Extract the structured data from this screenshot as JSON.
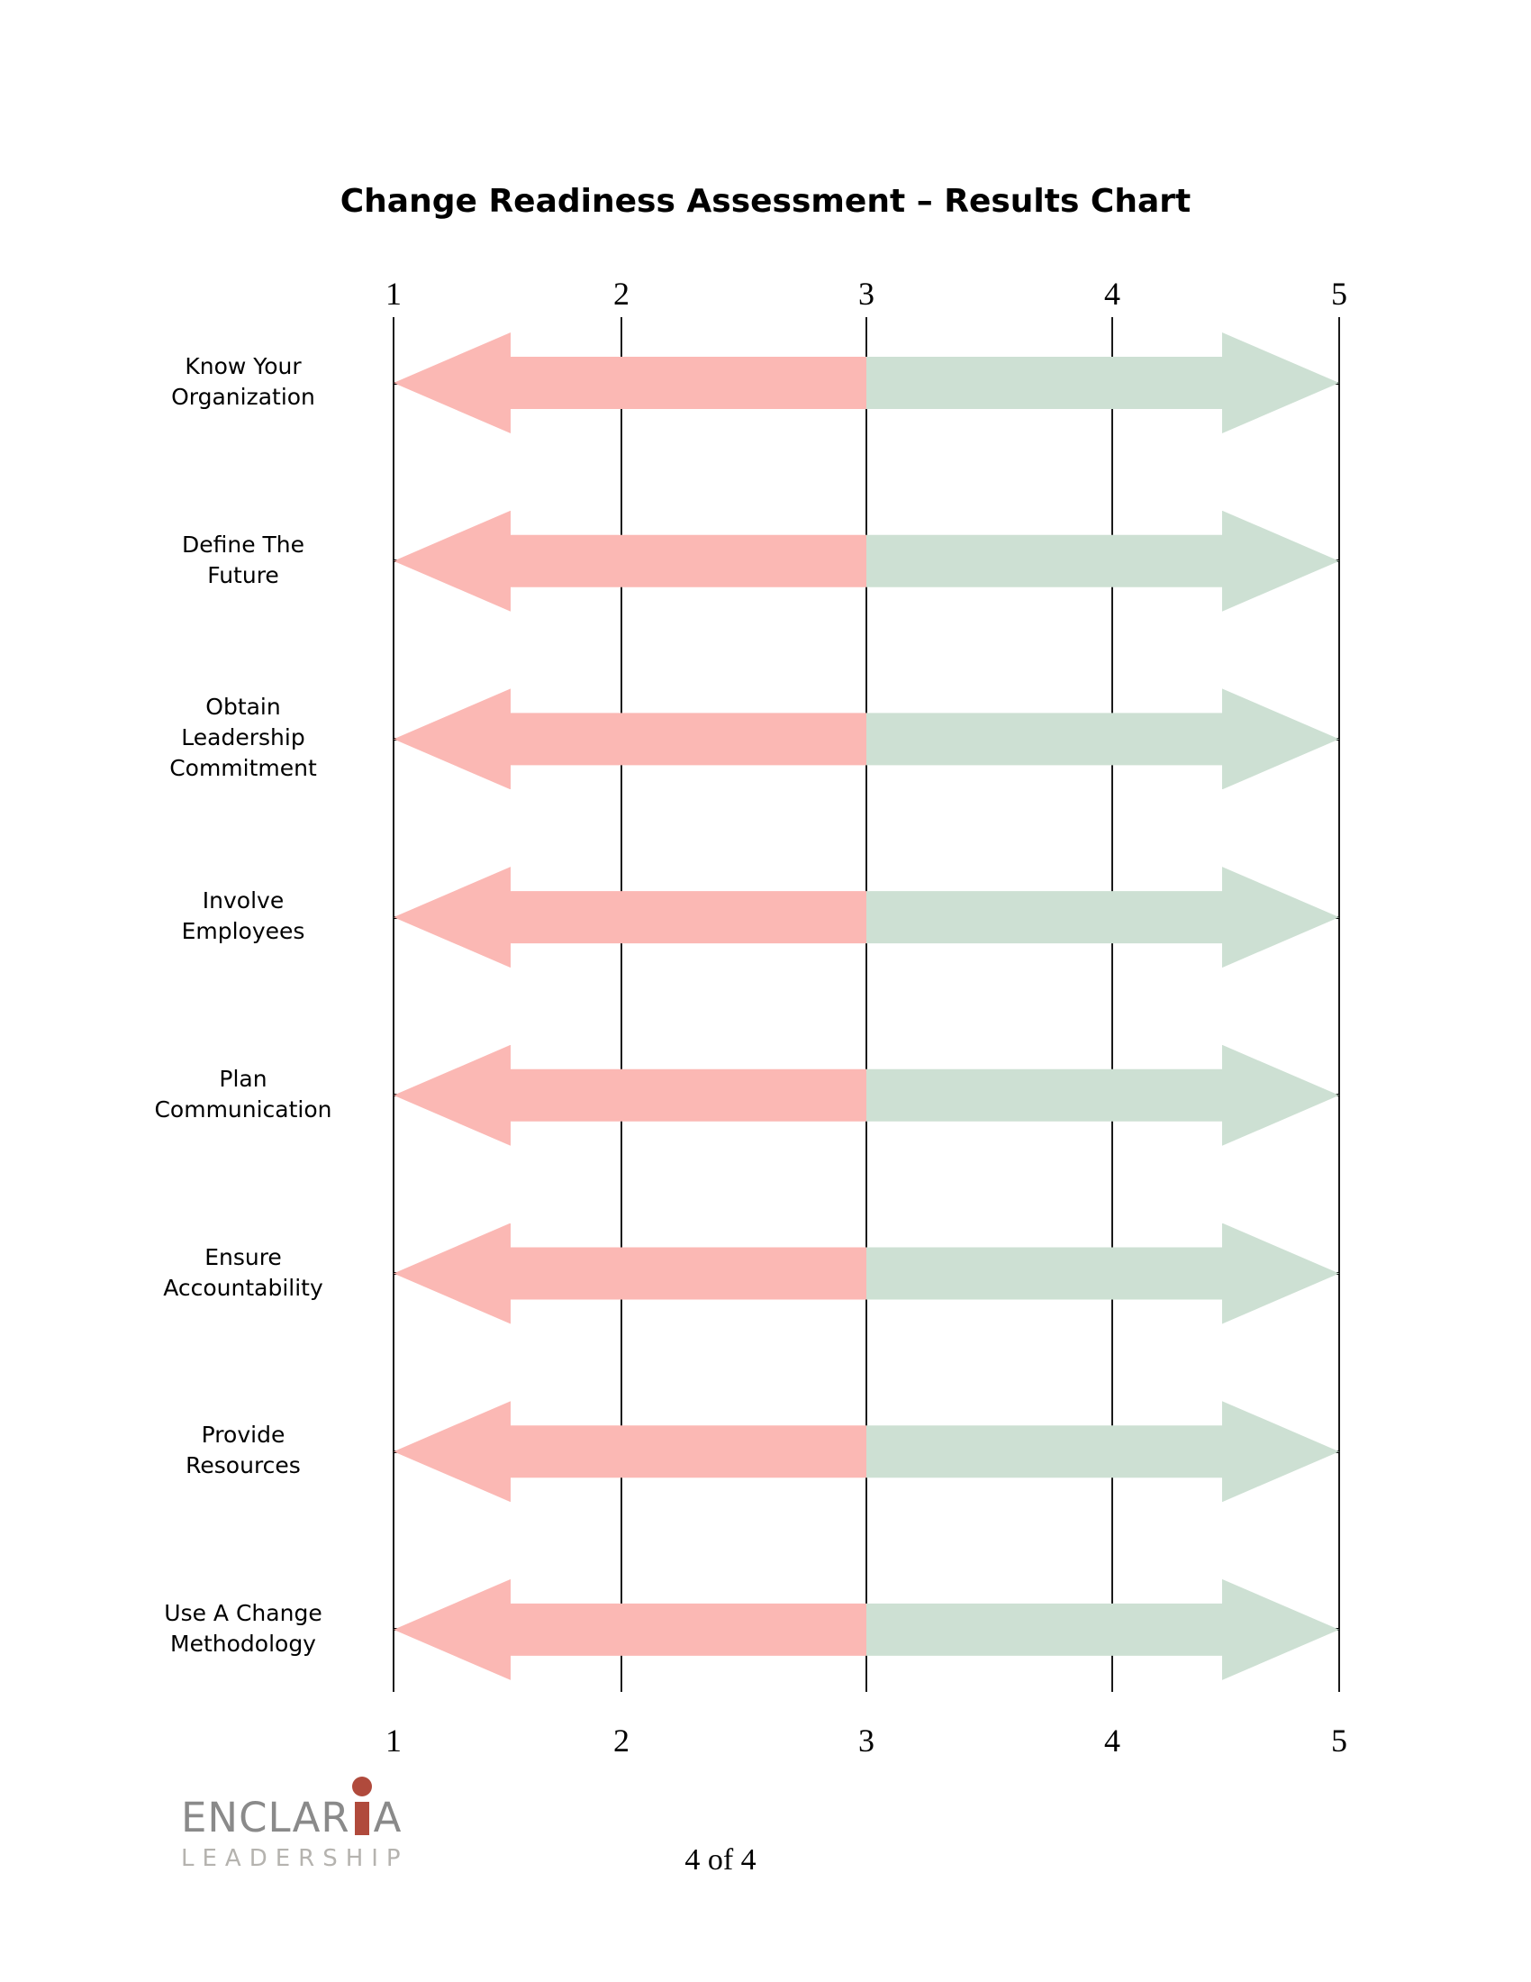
{
  "title": "Change Readiness Assessment – Results Chart",
  "axis": {
    "ticks": [
      "1",
      "2",
      "3",
      "4",
      "5"
    ]
  },
  "rows": [
    {
      "label": "Know Your\nOrganization"
    },
    {
      "label": "Define The\nFuture"
    },
    {
      "label": "Obtain\nLeadership\nCommitment"
    },
    {
      "label": "Involve\nEmployees"
    },
    {
      "label": "Plan\nCommunication"
    },
    {
      "label": "Ensure\nAccountability"
    },
    {
      "label": "Provide\nResources"
    },
    {
      "label": "Use A Change\nMethodology"
    }
  ],
  "logo": {
    "brand_left": "ENCLAR",
    "brand_right": "A",
    "tagline": "LEADERSHIP"
  },
  "footer": {
    "page_label": "4 of 4"
  },
  "colors": {
    "left_arrow": "#FBB8B4",
    "right_arrow": "#CDE0D3",
    "logo_red": "#B04A3C",
    "logo_gray": "#8A8A8A",
    "logo_light_gray": "#B5B3AF"
  },
  "chart_data": {
    "type": "bar",
    "subtype": "diverging-double-arrows",
    "title": "Change Readiness Assessment – Results Chart",
    "orientation": "horizontal",
    "x_axis": {
      "min": 1,
      "max": 5,
      "ticks": [
        1,
        2,
        3,
        4,
        5
      ],
      "tick_label_position": "top and bottom"
    },
    "grid": true,
    "legend": false,
    "categories": [
      "Know Your Organization",
      "Define The Future",
      "Obtain Leadership Commitment",
      "Involve Employees",
      "Plan Communication",
      "Ensure Accountability",
      "Provide Resources",
      "Use A Change Methodology"
    ],
    "series": [
      {
        "name": "left red arrow (points toward 1)",
        "direction": "left",
        "color": "#FBB8B4",
        "values": [
          [
            1,
            3
          ],
          [
            1,
            3
          ],
          [
            1,
            3
          ],
          [
            1,
            3
          ],
          [
            1,
            3
          ],
          [
            1,
            3
          ],
          [
            1,
            3
          ],
          [
            1,
            3
          ]
        ]
      },
      {
        "name": "right green arrow (points toward 5)",
        "direction": "right",
        "color": "#CDE0D3",
        "values": [
          [
            3,
            5
          ],
          [
            3,
            5
          ],
          [
            3,
            5
          ],
          [
            3,
            5
          ],
          [
            3,
            5
          ],
          [
            3,
            5
          ],
          [
            3,
            5
          ],
          [
            3,
            5
          ]
        ]
      }
    ]
  }
}
